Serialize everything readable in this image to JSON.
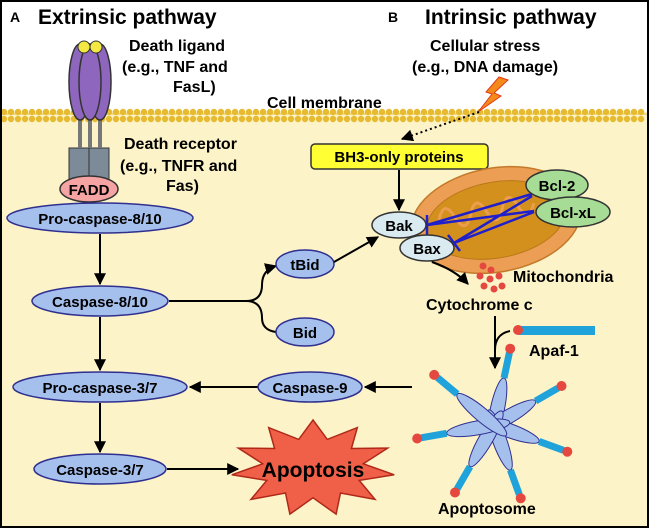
{
  "panels": {
    "a": {
      "letter": "A",
      "title": "Extrinsic pathway"
    },
    "b": {
      "letter": "B",
      "title": "Intrinsic pathway"
    }
  },
  "labels": {
    "death_ligand_1": "Death ligand",
    "death_ligand_2": "(e.g., TNF and",
    "death_ligand_3": "FasL)",
    "stress_1": "Cellular stress",
    "stress_2": "(e.g., DNA damage)",
    "membrane": "Cell membrane",
    "receptor_1": "Death receptor",
    "receptor_2": "(e.g., TNFR and",
    "receptor_3": "Fas)",
    "mitochondria": "Mitochondria",
    "cytochrome": "Cytochrome c",
    "apaf": "Apaf-1",
    "apoptosome": "Apoptosome"
  },
  "nodes": {
    "fadd": "FADD",
    "pro_casp_8_10": "Pro-caspase-8/10",
    "casp_8_10": "Caspase-8/10",
    "tbid": "tBid",
    "bid": "Bid",
    "pro_casp_3_7": "Pro-caspase-3/7",
    "casp_9": "Caspase-9",
    "casp_3_7": "Caspase-3/7",
    "apoptosis": "Apoptosis",
    "bh3": "BH3-only proteins",
    "bak": "Bak",
    "bax": "Bax",
    "bcl2": "Bcl-2",
    "bclxl": "Bcl-xL"
  },
  "colors": {
    "cytoplasm": "#fcf3c8",
    "node_fill": "#a6c0ee",
    "node_stroke": "#2f2f8f",
    "fadd": "#f5a3a3",
    "apoptosis": "#f06048",
    "bh3": "#ffff33",
    "mito_outer": "#ed9e55",
    "mito_inner": "#d4901c",
    "bcl_green": "#a6dc96",
    "bak_bax": "#d9eaf0",
    "inhibit": "#1f1fcc",
    "membrane_head": "#e6bb32",
    "dot_red": "#e4483e",
    "apaf_blue": "#1fa3da",
    "receptor": "#8e66bd",
    "stalk": "#7d8a97"
  }
}
